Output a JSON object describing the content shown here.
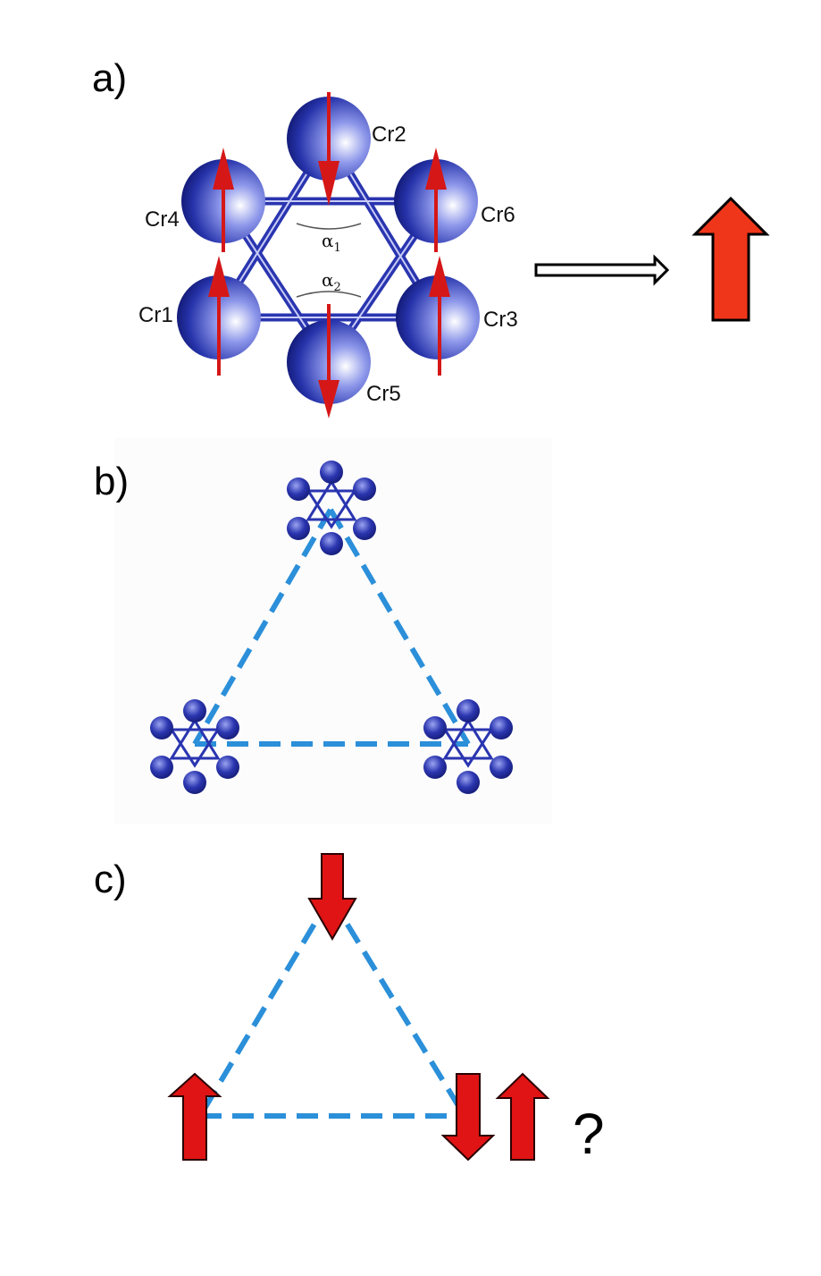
{
  "panels": {
    "a": {
      "label": "a)",
      "atoms": [
        "Cr2",
        "Cr4",
        "Cr6",
        "Cr1",
        "Cr3",
        "Cr5"
      ],
      "angles": [
        {
          "symbol": "α",
          "subscript": "1"
        },
        {
          "symbol": "α",
          "subscript": "2"
        }
      ],
      "spins": {
        "Cr1": "up",
        "Cr2": "down",
        "Cr3": "up",
        "Cr4": "up",
        "Cr5": "down",
        "Cr6": "up"
      },
      "net_spin": "up"
    },
    "b": {
      "label": "b)"
    },
    "c": {
      "label": "c)",
      "spins": {
        "top": "down",
        "bottom_left": "up",
        "bottom_right": [
          "down",
          "up"
        ]
      },
      "question": "?"
    }
  },
  "colors": {
    "atom": "#1f2a9e",
    "bond": "#2a35b0",
    "spin_arrow": "#d51717",
    "net_arrow": "#f0361a",
    "triangle_dash": "#2b8fd9"
  }
}
